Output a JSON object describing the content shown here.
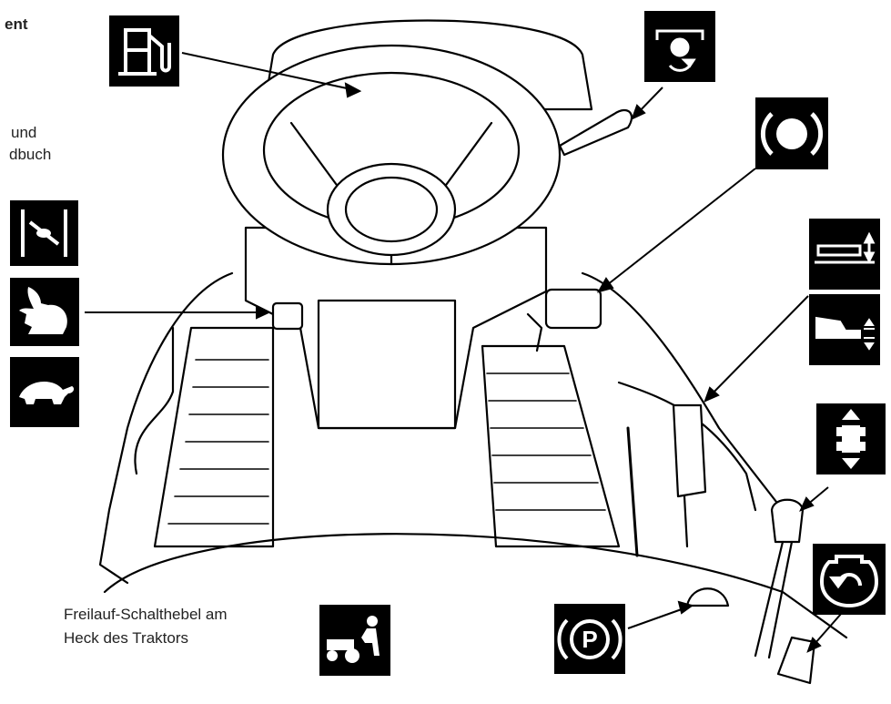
{
  "header_fragment": "ent",
  "intro_fragment_line1": "und",
  "intro_fragment_line2": "dbuch",
  "freewheel_caption_line1": "Freilauf-Schalthebel am",
  "freewheel_caption_line2": "Heck des Traktors",
  "icons": [
    {
      "name": "fuel-icon"
    },
    {
      "name": "pto-engage-icon"
    },
    {
      "name": "brake-icon"
    },
    {
      "name": "throttle-choke-icon"
    },
    {
      "name": "fast-rabbit-icon"
    },
    {
      "name": "slow-turtle-icon"
    },
    {
      "name": "deck-height-icon"
    },
    {
      "name": "cutting-height-icon"
    },
    {
      "name": "forward-reverse-icon"
    },
    {
      "name": "ignition-icon"
    },
    {
      "name": "parking-brake-icon"
    },
    {
      "name": "push-tractor-icon"
    }
  ]
}
